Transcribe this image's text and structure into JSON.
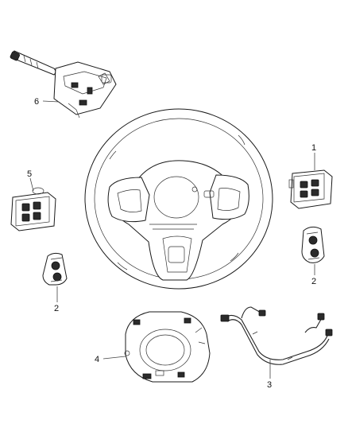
{
  "diagram": {
    "callouts": [
      {
        "id": "callout-1",
        "label": "1"
      },
      {
        "id": "callout-2a",
        "label": "2"
      },
      {
        "id": "callout-2b",
        "label": "2"
      },
      {
        "id": "callout-3",
        "label": "3"
      },
      {
        "id": "callout-4",
        "label": "4"
      },
      {
        "id": "callout-5",
        "label": "5"
      },
      {
        "id": "callout-6",
        "label": "6"
      }
    ],
    "parts": [
      {
        "name": "steering-wheel"
      },
      {
        "name": "multifunction-switch"
      },
      {
        "name": "speed-control-switch-right"
      },
      {
        "name": "speed-control-switch-left"
      },
      {
        "name": "paddle-switch"
      },
      {
        "name": "clockspring"
      },
      {
        "name": "wiring-harness"
      }
    ]
  }
}
